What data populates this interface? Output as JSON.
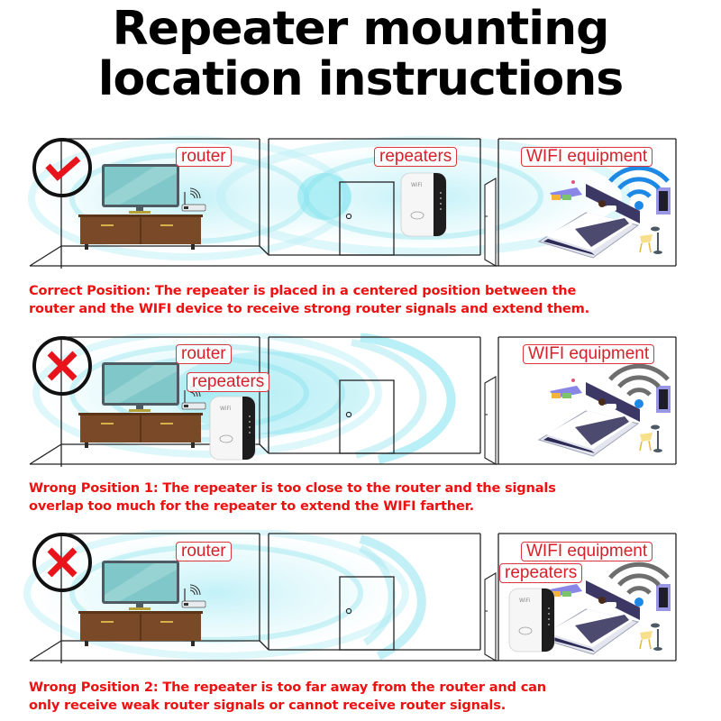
{
  "title": {
    "line1": "Repeater mounting",
    "line2": "location instructions"
  },
  "colors": {
    "caption_red": "#ee1111",
    "label_border": "#d9363e",
    "signal_cyan": "#5fd6e8",
    "wifi_blue": "#1e88e5",
    "wifi_gray": "#707070",
    "check_red": "#e8141c",
    "cabinet_brown": "#7a4a28"
  },
  "scenes": [
    {
      "status": "correct",
      "status_icon": "check-icon",
      "labels": {
        "router": "router",
        "repeaters": "repeaters",
        "wifi": "WIFI equipment"
      },
      "caption": {
        "line1": "Correct Position: The repeater is placed in a centered position between the",
        "line2": "router and the WIFI device to receive strong router signals and extend them."
      }
    },
    {
      "status": "wrong",
      "status_icon": "cross-icon",
      "labels": {
        "router": "router",
        "repeaters": "repeaters",
        "wifi": "WIFI equipment"
      },
      "caption": {
        "line1": "Wrong Position 1: The repeater is too close to the router and the signals",
        "line2": "overlap too much for the repeater to extend the WIFI farther."
      }
    },
    {
      "status": "wrong",
      "status_icon": "cross-icon",
      "labels": {
        "router": "router",
        "repeaters": "repeaters",
        "wifi": "WIFI equipment"
      },
      "caption": {
        "line1": "Wrong Position 2: The repeater is too far away from the router and can",
        "line2": "only receive weak router signals or cannot receive router signals."
      }
    }
  ]
}
